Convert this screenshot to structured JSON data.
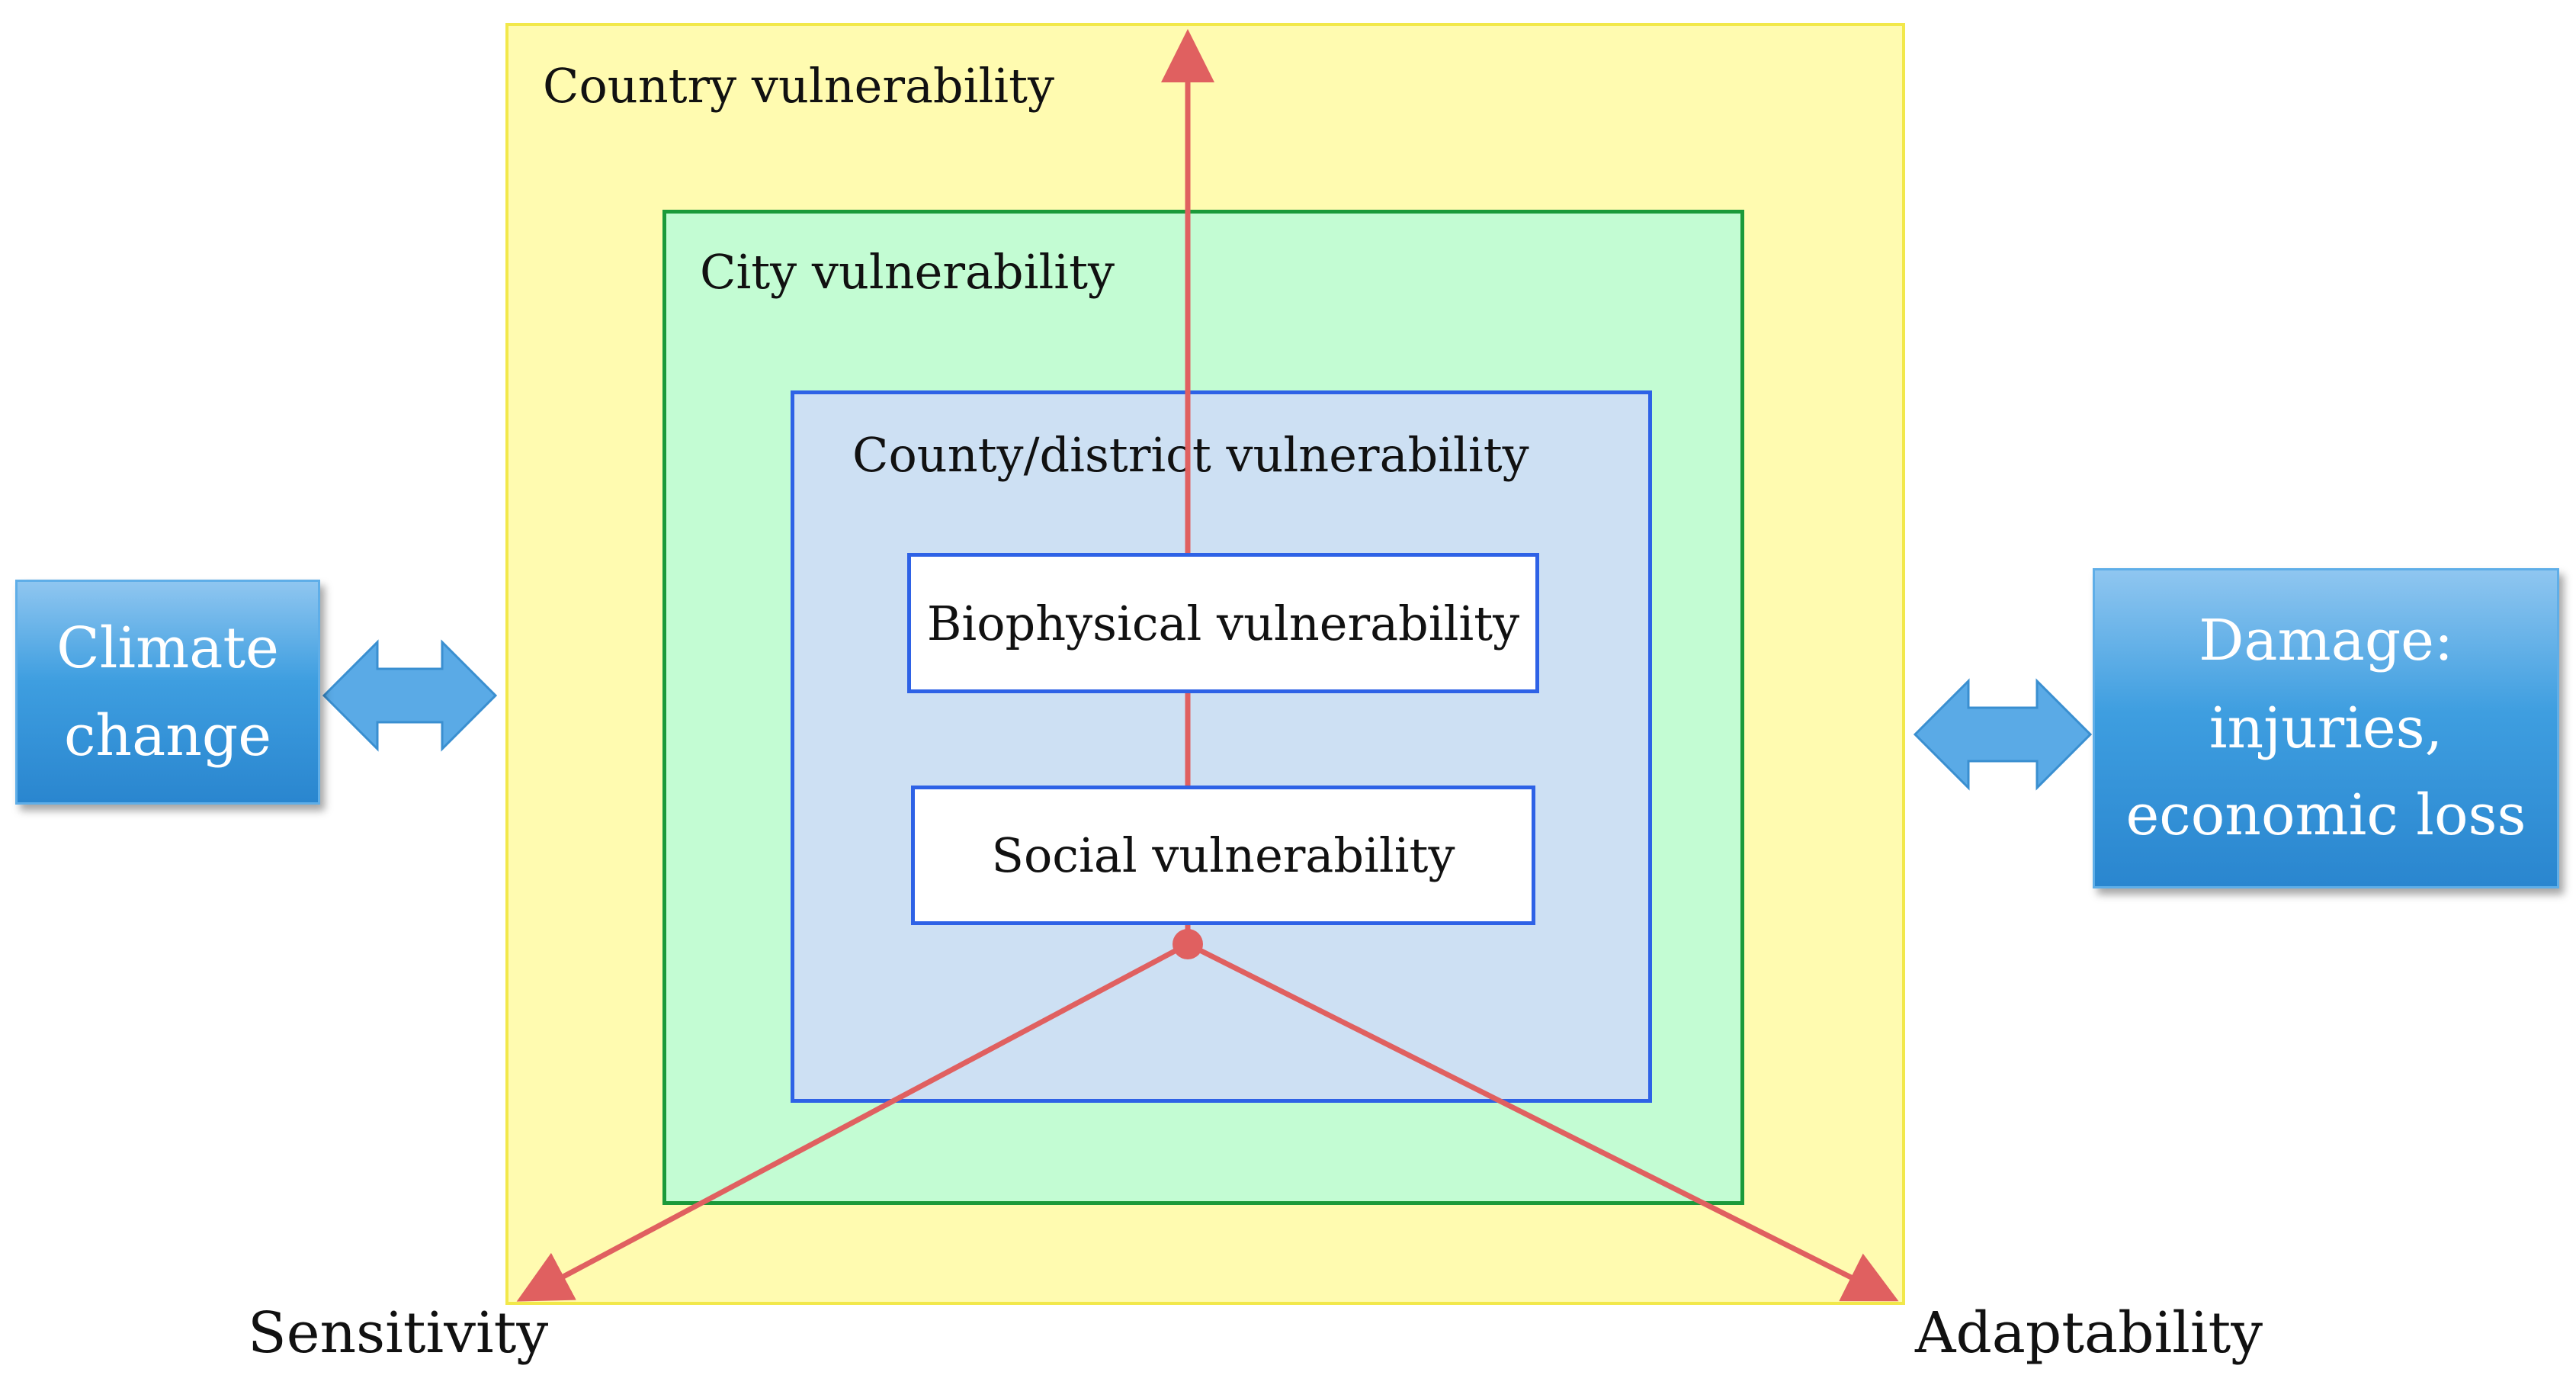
{
  "frames": {
    "country": "Country vulnerability",
    "city": "City vulnerability",
    "county": "County/district vulnerability"
  },
  "boxes": {
    "biophysical": "Biophysical vulnerability",
    "social": "Social vulnerability"
  },
  "climate": {
    "line1": "Climate",
    "line2": "change"
  },
  "damage": {
    "line1": "Damage:",
    "line2": "injuries,",
    "line3": "economic loss"
  },
  "axes": {
    "sensitivity": "Sensitivity",
    "adaptability": "Adaptability"
  },
  "colors": {
    "country_fill": "#fffbb0",
    "city_fill": "#c3fcd3",
    "county_fill": "#cde0f3",
    "axis_red": "#e06060",
    "side_blue": "#3e9ee0"
  }
}
